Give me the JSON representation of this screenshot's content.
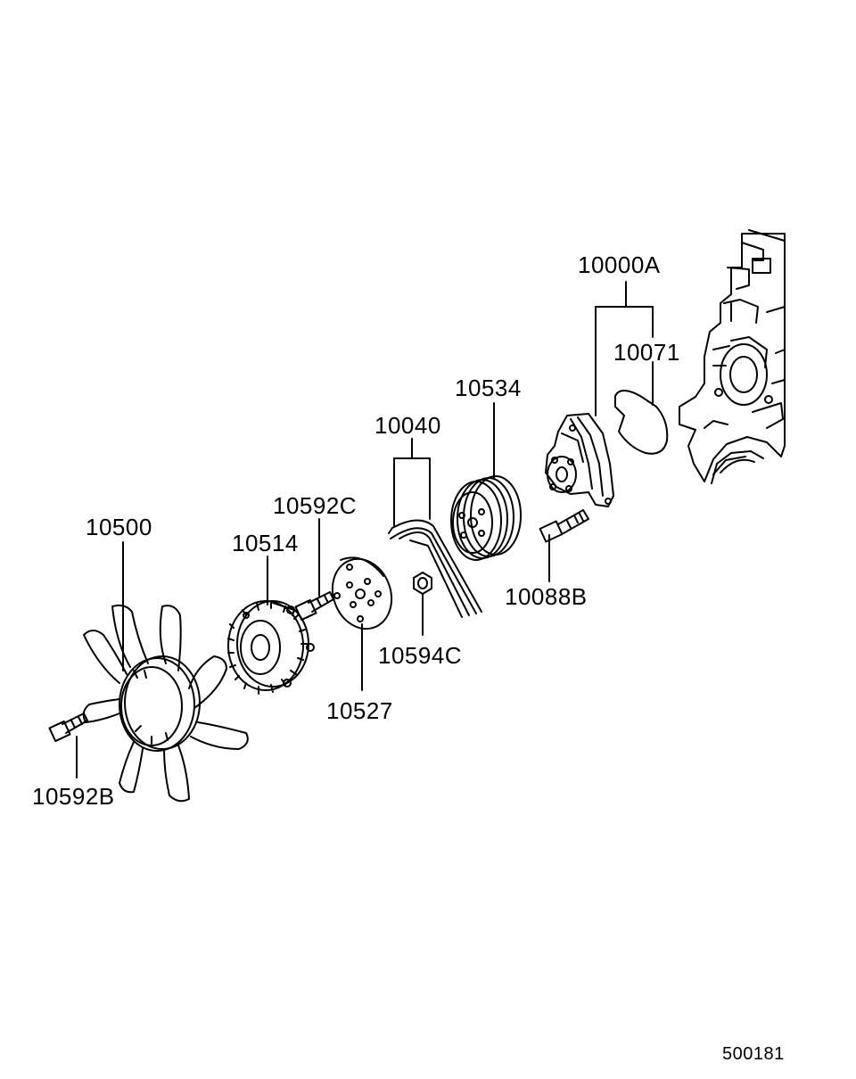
{
  "parts": {
    "p10000A": "10000A",
    "p10071": "10071",
    "p10534": "10534",
    "p10040": "10040",
    "p10592C": "10592C",
    "p10500": "10500",
    "p10514": "10514",
    "p10088B": "10088B",
    "p10594C": "10594C",
    "p10527": "10527",
    "p10592B": "10592B"
  },
  "diagram_code": "500181",
  "colors": {
    "line": "#000000",
    "background": "#ffffff"
  }
}
